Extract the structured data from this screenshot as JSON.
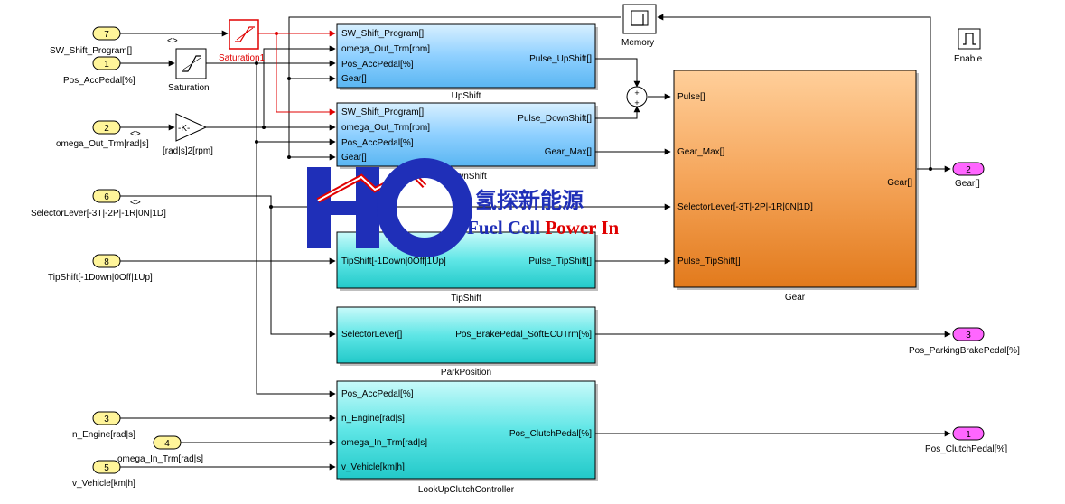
{
  "inports": [
    {
      "num": "7",
      "label": "SW_Shift_Program[]"
    },
    {
      "num": "1",
      "label": "Pos_AccPedal[%]"
    },
    {
      "num": "2",
      "label": "omega_Out_Trm[rad|s]"
    },
    {
      "num": "6",
      "label": "SelectorLever[-3T|-2P|-1R|0N|1D]"
    },
    {
      "num": "8",
      "label": "TipShift[-1Down|0Off|1Up]"
    },
    {
      "num": "3",
      "label": "n_Engine[rad|s]"
    },
    {
      "num": "4",
      "label": "omega_In_Trm[rad|s]"
    },
    {
      "num": "5",
      "label": "v_Vehicle[km|h]"
    }
  ],
  "outports": [
    {
      "num": "2",
      "label": "Gear[]"
    },
    {
      "num": "3",
      "label": "Pos_ParkingBrakePedal[%]"
    },
    {
      "num": "1",
      "label": "Pos_ClutchPedal[%]"
    }
  ],
  "blocks": {
    "saturation1": {
      "label": "Saturation1"
    },
    "saturation": {
      "label": "Saturation"
    },
    "gain": {
      "symbol": "-K-",
      "label": "[rad|s]2[rpm]"
    },
    "memory": {
      "label": "Memory"
    },
    "enable": {
      "label": "Enable"
    },
    "sum": {
      "signs": [
        "+",
        "+"
      ]
    },
    "upshift": {
      "title": "UpShift",
      "inputs": [
        "SW_Shift_Program[]",
        "omega_Out_Trm[rpm]",
        "Pos_AccPedal[%]",
        "Gear[]"
      ],
      "outputs": [
        "Pulse_UpShift[]"
      ]
    },
    "downshift": {
      "title": "DownShift",
      "inputs": [
        "SW_Shift_Program[]",
        "omega_Out_Trm[rpm]",
        "Pos_AccPedal[%]",
        "Gear[]"
      ],
      "outputs": [
        "Pulse_DownShift[]",
        "Gear_Max[]"
      ]
    },
    "tipshift": {
      "title": "TipShift",
      "inputs": [
        "TipShift[-1Down|0Off|1Up]"
      ],
      "outputs": [
        "Pulse_TipShift[]"
      ]
    },
    "parkposition": {
      "title": "ParkPosition",
      "inputs": [
        "SelectorLever[]"
      ],
      "outputs": [
        "Pos_BrakePedal_SoftECUTrm[%]"
      ]
    },
    "clutch": {
      "title": "LookUpClutchController",
      "inputs": [
        "Pos_AccPedal[%]",
        "n_Engine[rad|s]",
        "omega_In_Trm[rad|s]",
        "v_Vehicle[km|h]"
      ],
      "outputs": [
        "Pos_ClutchPedal[%]"
      ]
    },
    "gear": {
      "title": "Gear",
      "inputs": [
        "Pulse[]",
        "Gear_Max[]",
        "SelectorLever[-3T|-2P|-1R|0N|1D]",
        "Pulse_TipShift[]"
      ],
      "outputs": [
        "Gear[]"
      ]
    }
  },
  "annotations": {
    "conv1": "<>",
    "conv2": "<>",
    "conv3": "<>"
  },
  "watermark": {
    "chinese": "氢探新能源",
    "line1": "Fuel Cell ",
    "line2": "Power In",
    "logo": "HO"
  }
}
